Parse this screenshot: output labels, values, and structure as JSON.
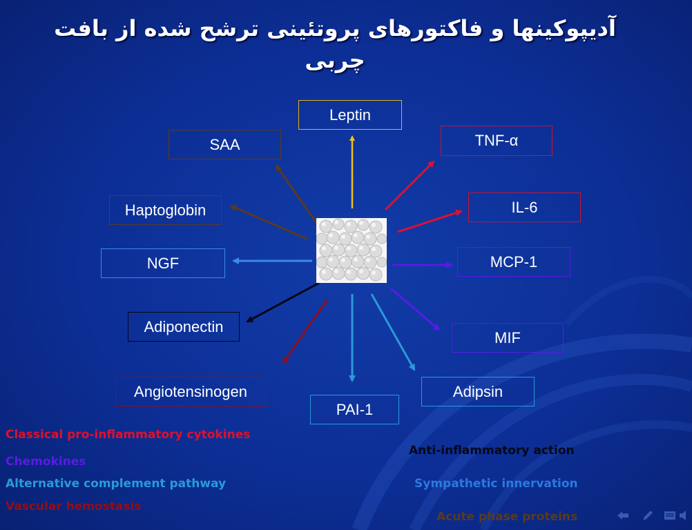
{
  "slide": {
    "title": "آدیپوکینها و فاکتورهای پروتئینی ترشح شده از بافت چربی"
  },
  "boxes": {
    "leptin": "Leptin",
    "saa": "SAA",
    "tnf": "TNF-α",
    "haptoglobin": "Haptoglobin",
    "il6": "IL-6",
    "ngf": "NGF",
    "mcp1": "MCP-1",
    "adiponectin": "Adiponectin",
    "mif": "MIF",
    "angiotensinogen": "Angiotensinogen",
    "pai1": "PAI-1",
    "adipsin": "Adipsin"
  },
  "legend": {
    "left": [
      "Classical pro-inflammatory cytokines",
      "Chemokines",
      "Alternative complement pathway",
      "Vascular hemostasis"
    ],
    "right": [
      "Anti-inflammatory action",
      "Sympathetic innervation",
      "Acute phase proteins"
    ]
  },
  "colors": {
    "cytokines": "#e0102c",
    "chemokines": "#5a1ae6",
    "complement": "#2a9ad8",
    "hemostasis": "#8a1020",
    "anti_inflammatory": "#0a0a1a",
    "sympathetic": "#2a7ae0",
    "acute_phase": "#5a3a20",
    "leptin": "#f0c020"
  },
  "nav_icons": [
    "back-arrow-icon",
    "pen-icon",
    "menu-icon",
    "speaker-icon"
  ]
}
